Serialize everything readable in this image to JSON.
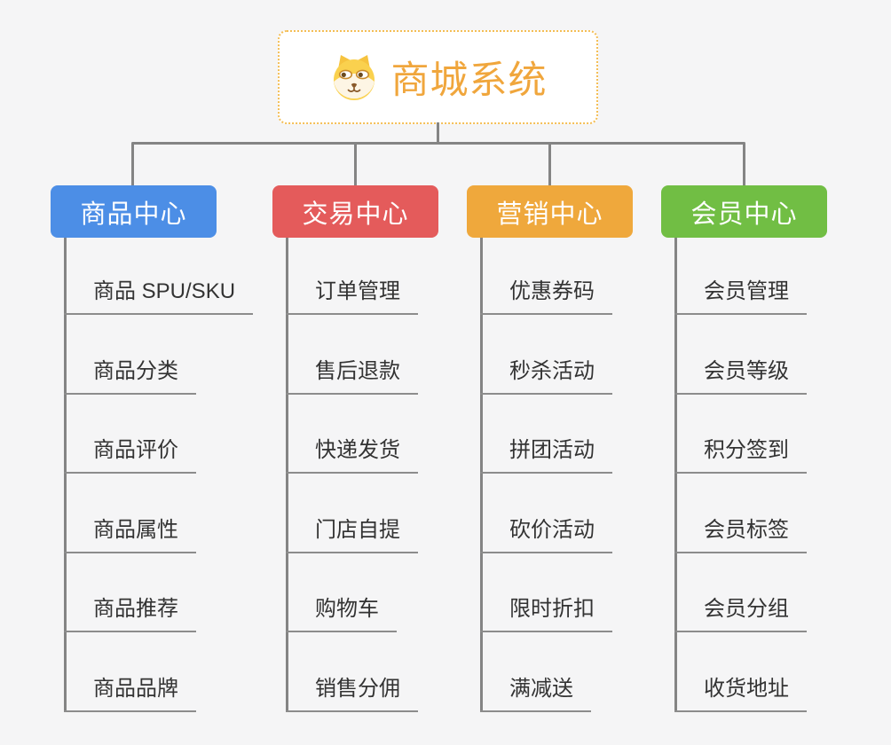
{
  "root": {
    "title": "商城系统",
    "icon": "shiba-dog-face-icon"
  },
  "branches": [
    {
      "label": "商品中心",
      "color": "#4C8EE6",
      "items": [
        "商品 SPU/SKU",
        "商品分类",
        "商品评价",
        "商品属性",
        "商品推荐",
        "商品品牌"
      ]
    },
    {
      "label": "交易中心",
      "color": "#E45B5B",
      "items": [
        "订单管理",
        "售后退款",
        "快递发货",
        "门店自提",
        "购物车",
        "销售分佣"
      ]
    },
    {
      "label": "营销中心",
      "color": "#EFA83C",
      "items": [
        "优惠券码",
        "秒杀活动",
        "拼团活动",
        "砍价活动",
        "限时折扣",
        "满减送"
      ]
    },
    {
      "label": "会员中心",
      "color": "#71BE44",
      "items": [
        "会员管理",
        "会员等级",
        "积分签到",
        "会员标签",
        "会员分组",
        "收货地址"
      ]
    }
  ],
  "colors": {
    "background": "#F5F5F6",
    "root_text": "#F0A63C",
    "root_border": "#F4BE55",
    "connector": "#848484",
    "underline": "#8C8C8C",
    "item_text": "#333333"
  }
}
